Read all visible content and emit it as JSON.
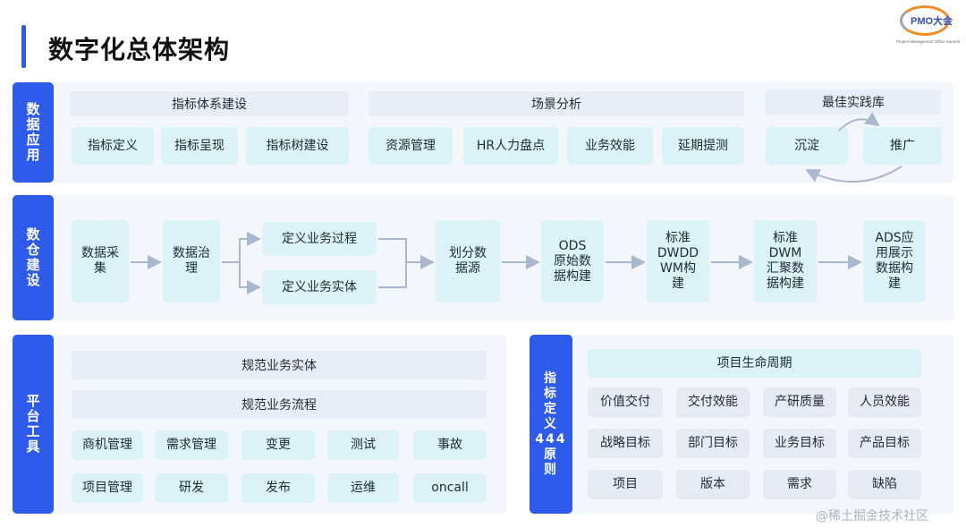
{
  "title": "数字化总体架构",
  "logo": {
    "text": "PMO大会",
    "subtitle": "Project Management Office Summit"
  },
  "watermark": "@稀土掘金技术社区",
  "data_app": {
    "side_label": "数据应用",
    "groups": [
      {
        "header": "指标体系建设",
        "items": [
          "指标定义",
          "指标呈现",
          "指标树建设"
        ]
      },
      {
        "header": "场景分析",
        "items": [
          "资源管理",
          "HR人力盘点",
          "业务效能",
          "延期提测"
        ]
      },
      {
        "header": "最佳实践库",
        "items": [
          "沉淀",
          "推广"
        ]
      }
    ]
  },
  "warehouse": {
    "side_label": "数仓建设",
    "steps": [
      "数据采集",
      "数据治理",
      "定义业务过程",
      "定义业务实体",
      "划分数据源",
      "ODS原始数据构建",
      "标准DWDDWM构建",
      "标准DWM汇聚数据构建",
      "ADS应用展示数据构建"
    ],
    "display": {
      "s0": "数据采\n集",
      "s1": "数据治\n理",
      "s4": "划分数\n据源",
      "s5": "ODS\n原始数\n据构建",
      "s6": "标准\nDWDD\nWM构\n建",
      "s7": "标准\nDWM\n汇聚数\n据构建",
      "s8": "ADS应\n用展示\n数据构\n建"
    }
  },
  "platform": {
    "side_label": "平台工具",
    "rows": [
      "规范业务实体",
      "规范业务流程"
    ],
    "tools": [
      [
        "商机管理",
        "需求管理",
        "变更",
        "测试",
        "事故"
      ],
      [
        "项目管理",
        "研发",
        "发布",
        "运维",
        "oncall"
      ]
    ]
  },
  "metrics444": {
    "side_label_lines": [
      "指",
      "标",
      "定",
      "义",
      "444",
      "原",
      "则"
    ],
    "header": "项目生命周期",
    "grid": [
      [
        "价值交付",
        "交付效能",
        "产研质量",
        "人员效能"
      ],
      [
        "战略目标",
        "部门目标",
        "业务目标",
        "产品目标"
      ],
      [
        "项目",
        "版本",
        "需求",
        "缺陷"
      ]
    ]
  }
}
